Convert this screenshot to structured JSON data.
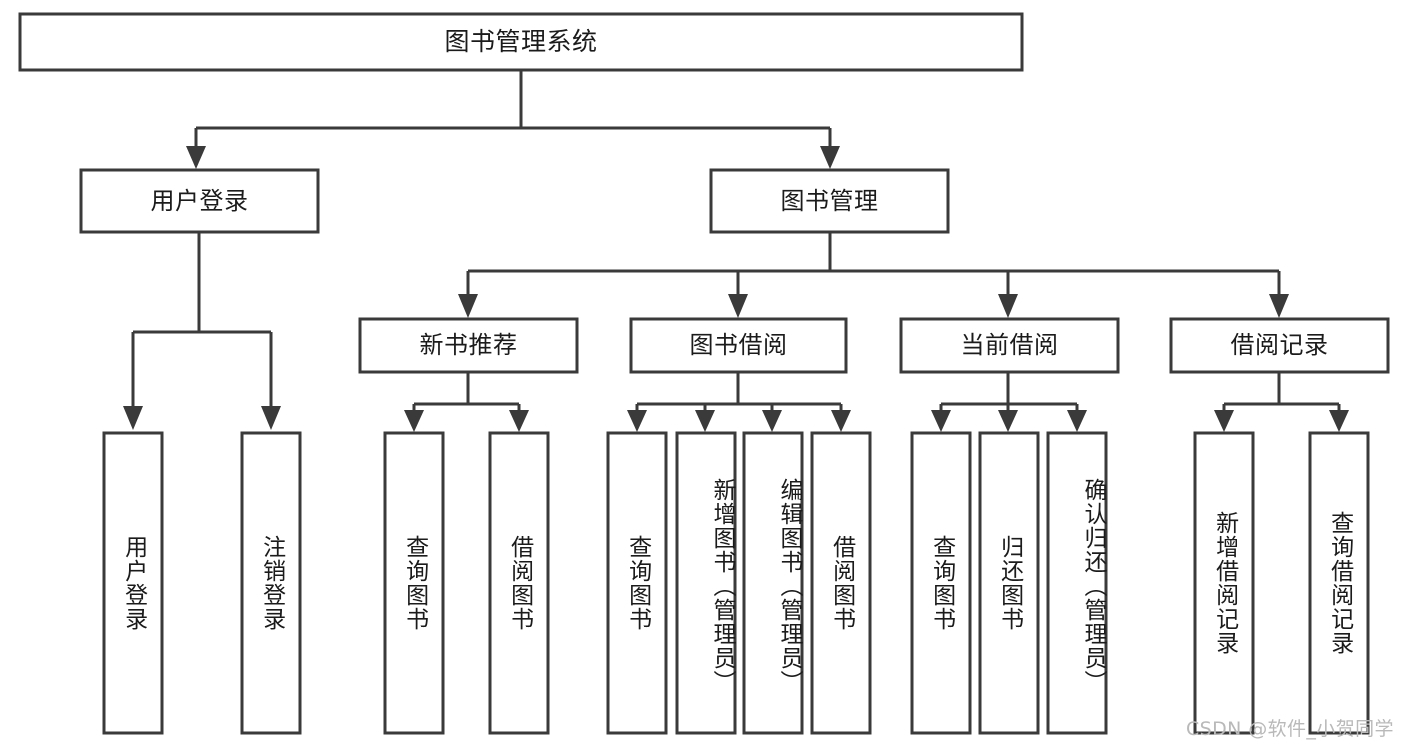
{
  "diagram": {
    "type": "tree-hierarchy-flowchart",
    "title": "图书管理系统",
    "colors": {
      "box_stroke": "#3a3a3a",
      "box_fill": "#ffffff",
      "connector": "#3a3a3a",
      "text": "#1b1b1b",
      "watermark": "#b9b9b9",
      "background": "#ffffff"
    },
    "levels": [
      {
        "level": 1,
        "nodes": [
          {
            "id": "root",
            "label": "图书管理系统",
            "orientation": "horizontal"
          }
        ]
      },
      {
        "level": 2,
        "nodes": [
          {
            "id": "user-login",
            "label": "用户登录",
            "orientation": "horizontal",
            "parent": "root"
          },
          {
            "id": "book-manage",
            "label": "图书管理",
            "orientation": "horizontal",
            "parent": "root"
          }
        ]
      },
      {
        "level": 3,
        "nodes": [
          {
            "id": "new-book-rec",
            "label": "新书推荐",
            "orientation": "horizontal",
            "parent": "book-manage"
          },
          {
            "id": "book-borrow",
            "label": "图书借阅",
            "orientation": "horizontal",
            "parent": "book-manage"
          },
          {
            "id": "current-borrow",
            "label": "当前借阅",
            "orientation": "horizontal",
            "parent": "book-manage"
          },
          {
            "id": "borrow-record",
            "label": "借阅记录",
            "orientation": "horizontal",
            "parent": "book-manage"
          }
        ]
      },
      {
        "level": 4,
        "nodes": [
          {
            "id": "leaf-1",
            "label": "用户登录",
            "orientation": "vertical",
            "parent": "user-login"
          },
          {
            "id": "leaf-2",
            "label": "注销登录",
            "orientation": "vertical",
            "parent": "user-login"
          },
          {
            "id": "leaf-3",
            "label": "查询图书",
            "orientation": "vertical",
            "parent": "new-book-rec"
          },
          {
            "id": "leaf-4",
            "label": "借阅图书",
            "orientation": "vertical",
            "parent": "new-book-rec"
          },
          {
            "id": "leaf-5",
            "label": "查询图书",
            "orientation": "vertical",
            "parent": "book-borrow"
          },
          {
            "id": "leaf-6",
            "label": "新增图书（管理员）",
            "orientation": "vertical",
            "parent": "book-borrow"
          },
          {
            "id": "leaf-7",
            "label": "编辑图书（管理员）",
            "orientation": "vertical",
            "parent": "book-borrow"
          },
          {
            "id": "leaf-8",
            "label": "借阅图书",
            "orientation": "vertical",
            "parent": "book-borrow"
          },
          {
            "id": "leaf-9",
            "label": "查询图书",
            "orientation": "vertical",
            "parent": "current-borrow"
          },
          {
            "id": "leaf-10",
            "label": "归还图书",
            "orientation": "vertical",
            "parent": "current-borrow"
          },
          {
            "id": "leaf-11",
            "label": "确认归还（管理员）",
            "orientation": "vertical",
            "parent": "current-borrow"
          },
          {
            "id": "leaf-12",
            "label": "新增借阅记录",
            "orientation": "vertical",
            "parent": "borrow-record"
          },
          {
            "id": "leaf-13",
            "label": "查询借阅记录",
            "orientation": "vertical",
            "parent": "borrow-record"
          }
        ]
      }
    ]
  },
  "watermark": {
    "text": "CSDN @软件_小贺同学"
  }
}
